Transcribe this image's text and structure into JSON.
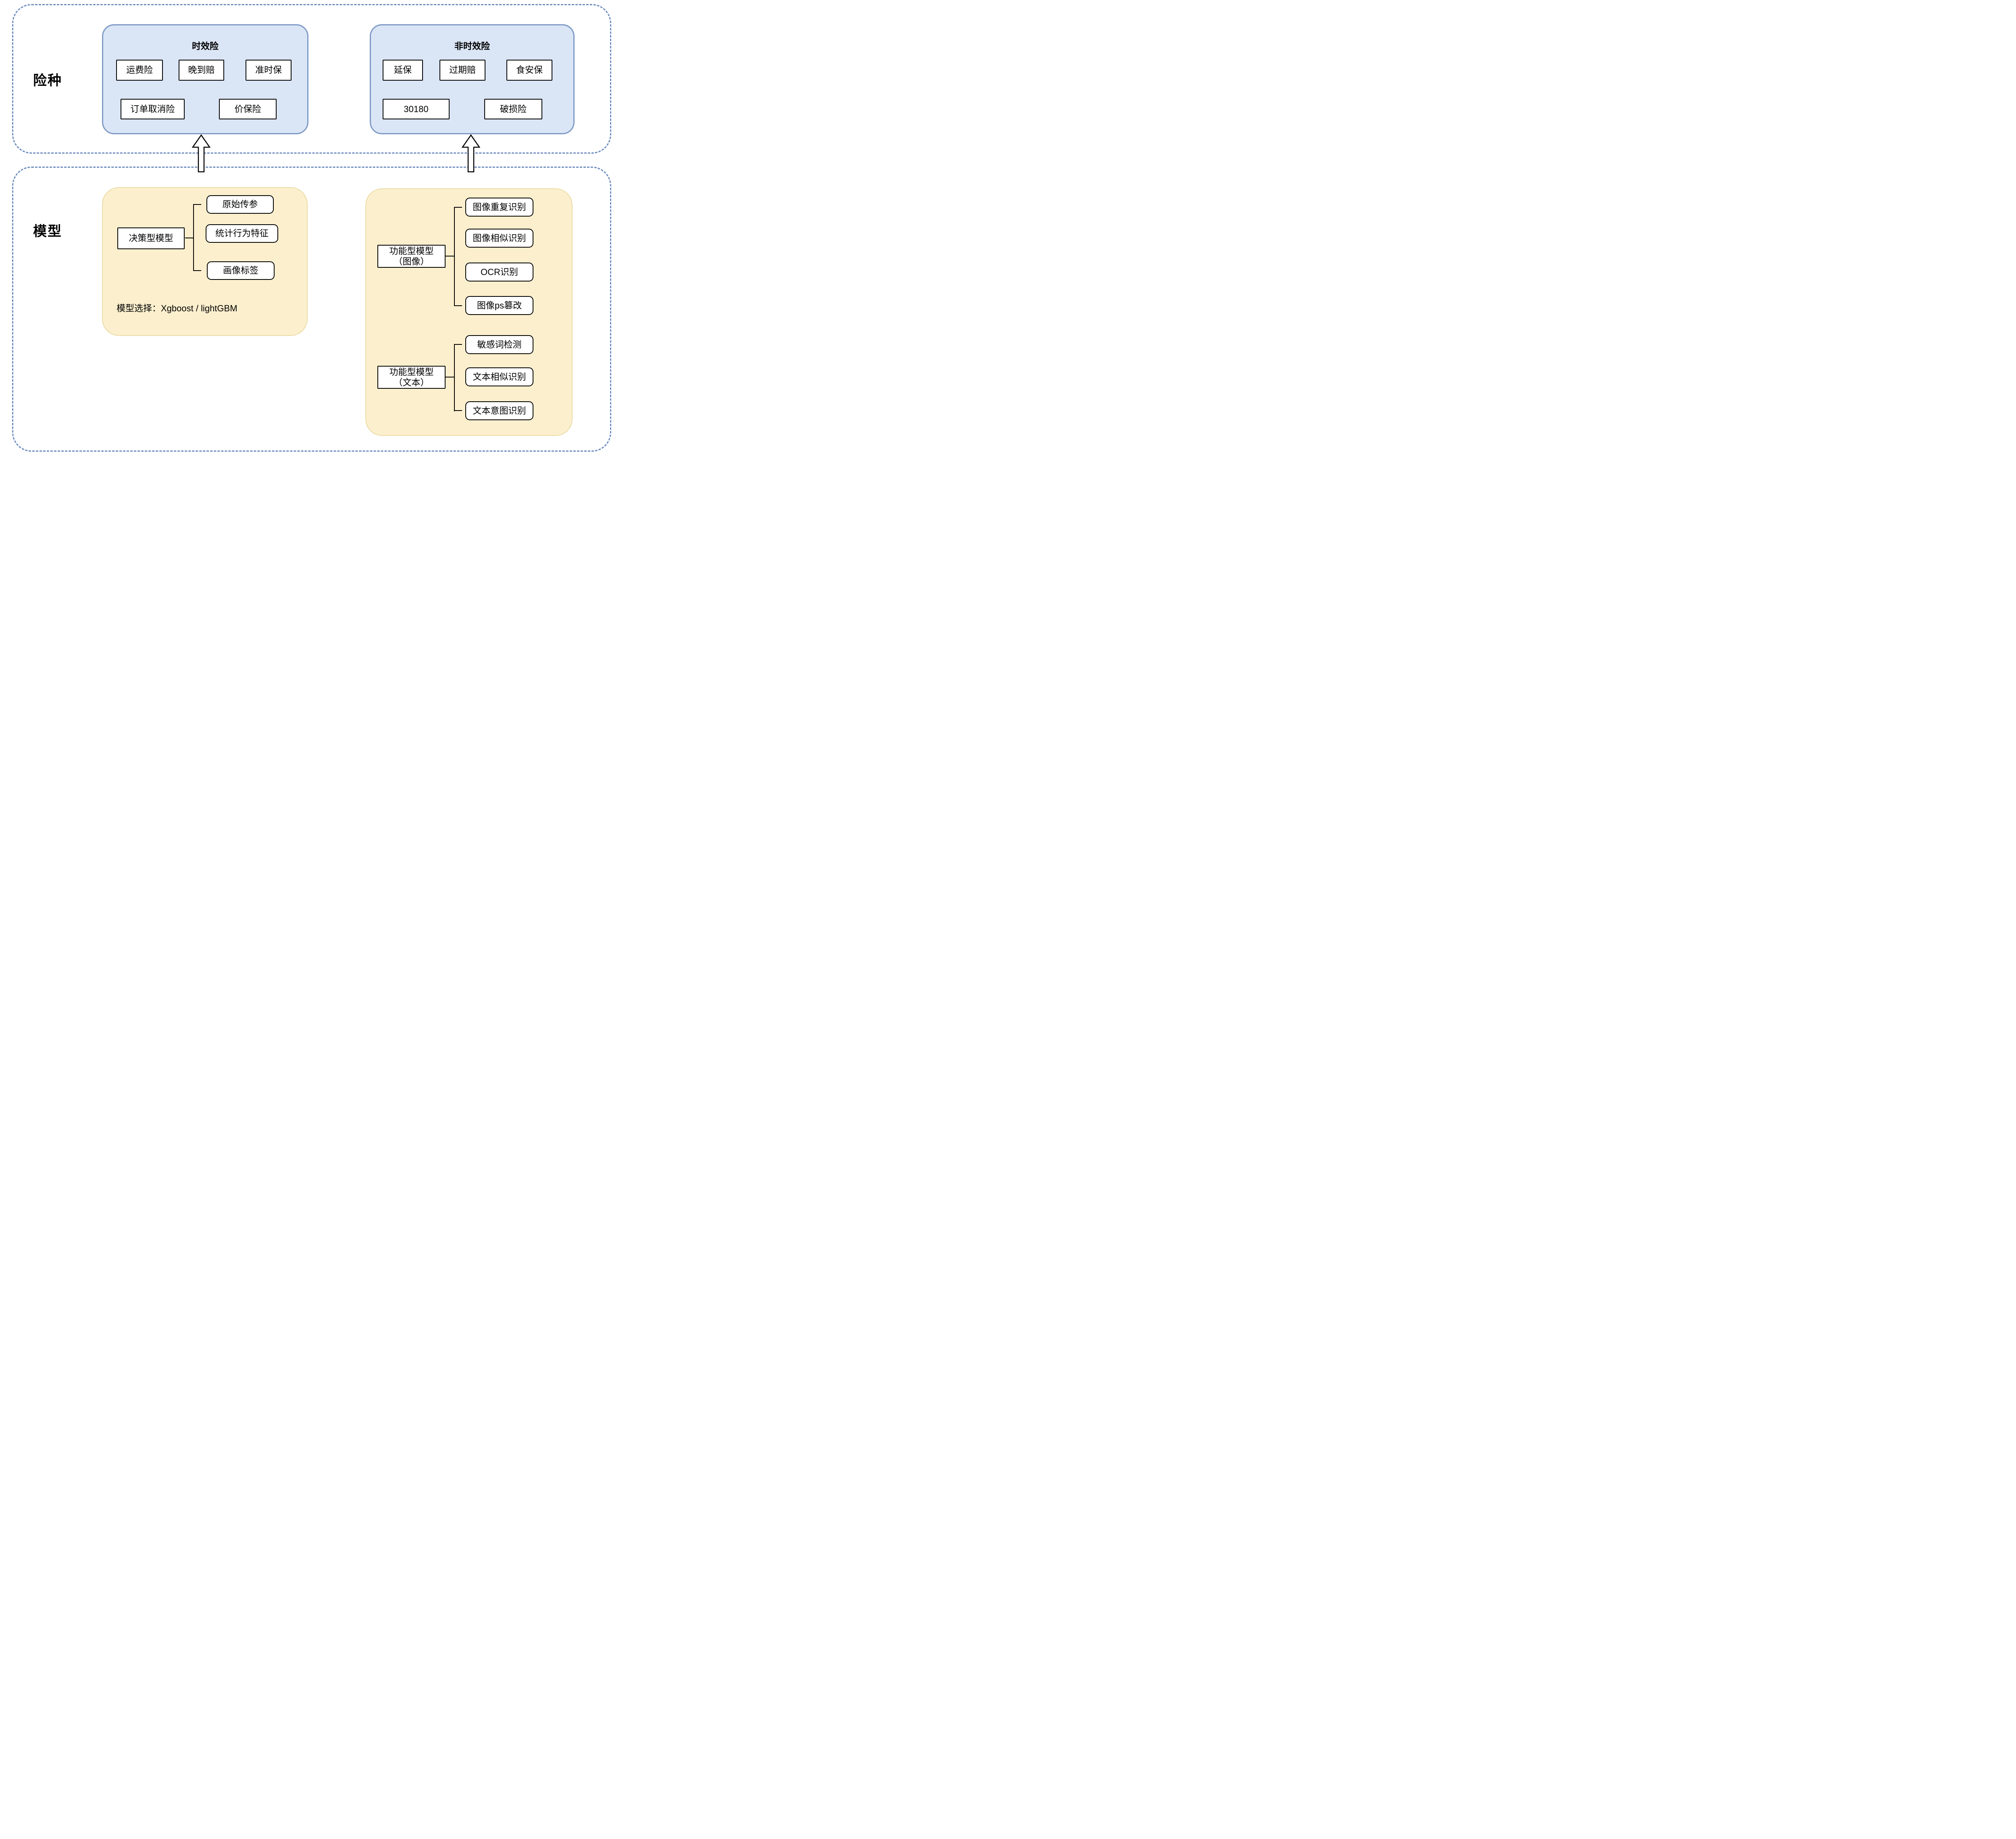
{
  "sections": {
    "insurance": {
      "label": "险种",
      "groups": [
        {
          "title": "时效险",
          "row1": [
            "运费险",
            "晚到赔",
            "准时保"
          ],
          "row2": [
            "订单取消险",
            "价保险"
          ]
        },
        {
          "title": "非时效险",
          "row1": [
            "延保",
            "过期赔",
            "食安保"
          ],
          "row2": [
            "30180",
            "破损险"
          ]
        }
      ]
    },
    "model": {
      "label": "模型",
      "decision": {
        "parent": "决策型模型",
        "children": [
          "原始传参",
          "统计行为特征",
          "画像标签"
        ],
        "note": "模型选择：Xgboost / lightGBM"
      },
      "functional_image": {
        "parent_line1": "功能型模型",
        "parent_line2": "（图像）",
        "children": [
          "图像重复识别",
          "图像相似识别",
          "OCR识别",
          "图像ps篡改"
        ]
      },
      "functional_text": {
        "parent_line1": "功能型模型",
        "parent_line2": "（文本）",
        "children": [
          "敏感词检测",
          "文本相似识别",
          "文本意图识别"
        ]
      }
    }
  },
  "icons": [
    "up-arrow-icon",
    "up-arrow-icon"
  ],
  "colors": {
    "blue_panel_fill": "#DAE5F6",
    "blue_panel_border": "#7E9AC6",
    "yellow_panel_fill": "#FCEFCD",
    "yellow_panel_border": "#EADCA8",
    "outer_dashed_border": "#6E8CBF",
    "box_fill": "#FFFFFF",
    "box_border": "#000000"
  }
}
